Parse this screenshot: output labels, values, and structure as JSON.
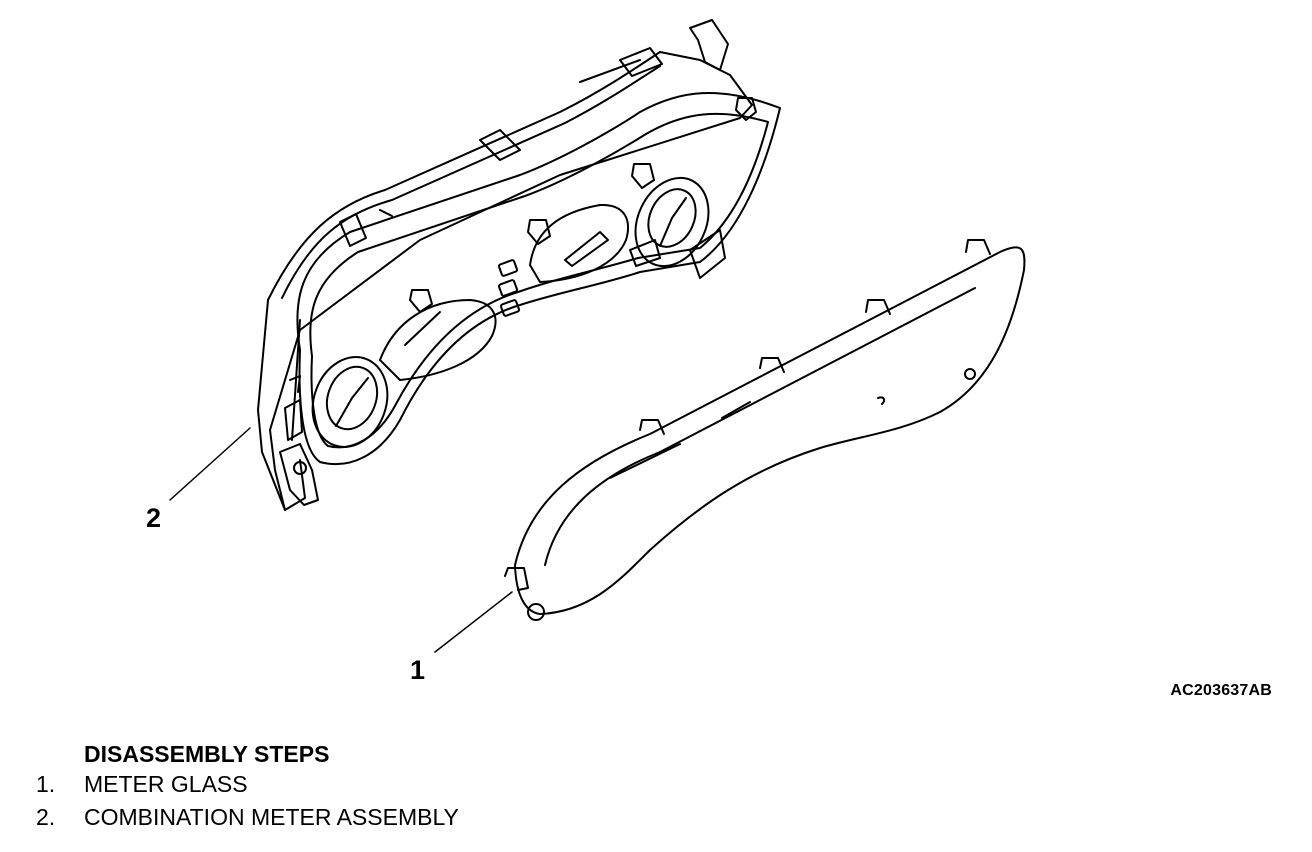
{
  "callouts": {
    "assembly_number": "2",
    "glass_number": "1"
  },
  "figure_code": "AC203637AB",
  "steps": {
    "title": "DISASSEMBLY STEPS",
    "items": [
      {
        "num": "1.",
        "label": "METER GLASS"
      },
      {
        "num": "2.",
        "label": "COMBINATION METER ASSEMBLY"
      }
    ]
  }
}
